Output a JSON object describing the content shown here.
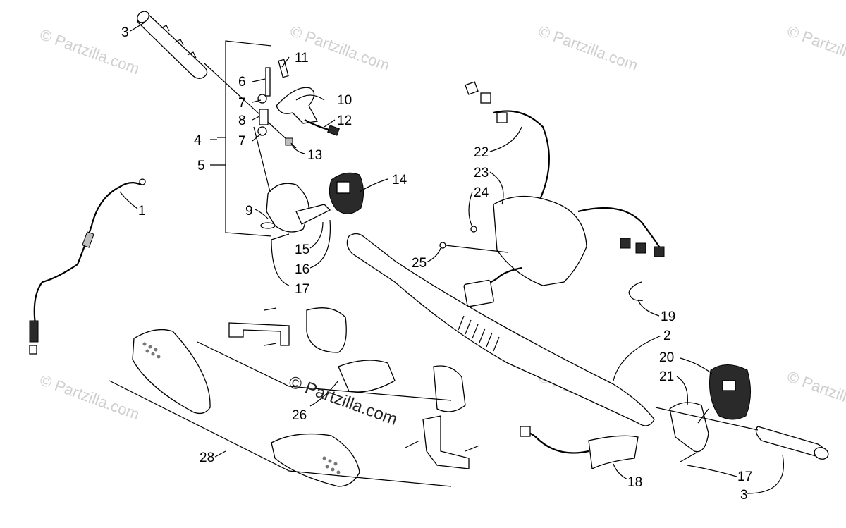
{
  "watermark": {
    "text": "© Partzilla.com",
    "main_text": "© Partzilla.com"
  },
  "callouts": [
    {
      "id": "c3a",
      "text": "3"
    },
    {
      "id": "c11",
      "text": "11"
    },
    {
      "id": "c6",
      "text": "6"
    },
    {
      "id": "c10",
      "text": "10"
    },
    {
      "id": "c7a",
      "text": "7"
    },
    {
      "id": "c8",
      "text": "8"
    },
    {
      "id": "c12",
      "text": "12"
    },
    {
      "id": "c4",
      "text": "4"
    },
    {
      "id": "c7b",
      "text": "7"
    },
    {
      "id": "c13",
      "text": "13"
    },
    {
      "id": "c5",
      "text": "5"
    },
    {
      "id": "c14",
      "text": "14"
    },
    {
      "id": "c1",
      "text": "1"
    },
    {
      "id": "c9",
      "text": "9"
    },
    {
      "id": "c15",
      "text": "15"
    },
    {
      "id": "c16",
      "text": "16"
    },
    {
      "id": "c17a",
      "text": "17"
    },
    {
      "id": "c22",
      "text": "22"
    },
    {
      "id": "c23",
      "text": "23"
    },
    {
      "id": "c24",
      "text": "24"
    },
    {
      "id": "c25",
      "text": "25"
    },
    {
      "id": "c19",
      "text": "19"
    },
    {
      "id": "c2",
      "text": "2"
    },
    {
      "id": "c20",
      "text": "20"
    },
    {
      "id": "c21",
      "text": "21"
    },
    {
      "id": "c26",
      "text": "26"
    },
    {
      "id": "c28",
      "text": "28"
    },
    {
      "id": "c18",
      "text": "18"
    },
    {
      "id": "c17b",
      "text": "17"
    },
    {
      "id": "c3b",
      "text": "3"
    }
  ]
}
